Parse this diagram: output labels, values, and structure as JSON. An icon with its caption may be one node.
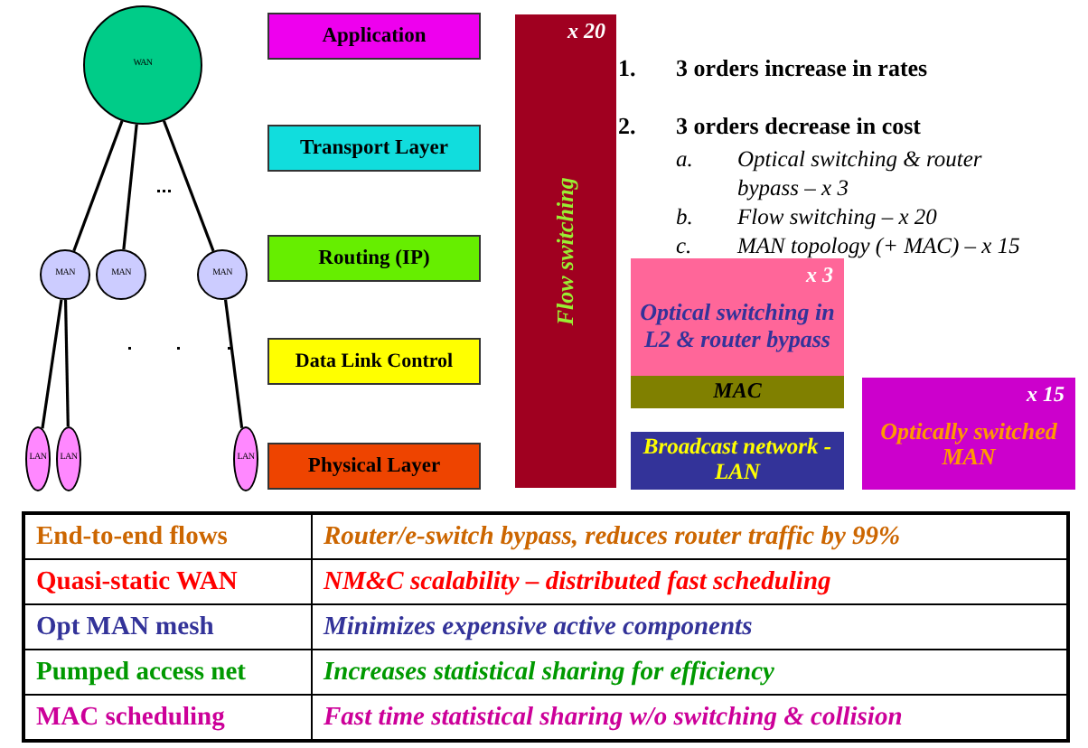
{
  "diagram": {
    "nodes": [
      {
        "text": [
          "WAN"
        ]
      },
      {
        "text": [
          "MAN"
        ]
      },
      {
        "text": [
          "MAN"
        ]
      },
      {
        "text": [
          "MAN"
        ]
      },
      {
        "text": [
          "LAN"
        ]
      },
      {
        "text": [
          "LAN"
        ]
      },
      {
        "text": [
          "LAN"
        ]
      },
      {
        "text": [
          "Application"
        ]
      },
      {
        "text": [
          "Transport Layer"
        ]
      },
      {
        "text": [
          "Routing (IP)"
        ]
      },
      {
        "text": [
          "Data Link Control"
        ]
      },
      {
        "text": [
          "Physical Layer"
        ]
      },
      {
        "text": [
          "x 20",
          "Flow switching"
        ]
      },
      {
        "text": [
          "x 3",
          "Optical switching in L2 & router bypass"
        ]
      },
      {
        "text": [
          "MAC"
        ]
      },
      {
        "text": [
          "Broadcast network - LAN"
        ]
      },
      {
        "text": [
          "x 15",
          "Optically switched MAN"
        ]
      }
    ],
    "edges": [
      {
        "from": 0,
        "to": 1,
        "arrow": "none"
      },
      {
        "from": 0,
        "to": 2,
        "arrow": "none"
      },
      {
        "from": 0,
        "to": 3,
        "arrow": "none"
      },
      {
        "from": 1,
        "to": 4,
        "arrow": "none"
      },
      {
        "from": 1,
        "to": 5,
        "arrow": "none"
      },
      {
        "from": 3,
        "to": 6,
        "arrow": "none"
      }
    ],
    "labels": [
      "1.",
      "3 orders increase in rates",
      "2.",
      "3 orders decrease in cost",
      "a.",
      "Optical switching & router bypass – x 3",
      "b.",
      "Flow switching – x 20",
      "c.",
      "MAN topology (+ MAC) – x 15",
      "End-to-end flows",
      "Router/e-switch bypass, reduces router traffic by 99%",
      "Quasi-static WAN",
      "NM&C scalability – distributed fast scheduling",
      "Opt MAN mesh",
      "Minimizes expensive active components",
      "Pumped access net",
      "Increases statistical sharing for efficiency",
      "MAC scheduling",
      "Fast time statistical sharing w/o switching & collision"
    ]
  }
}
